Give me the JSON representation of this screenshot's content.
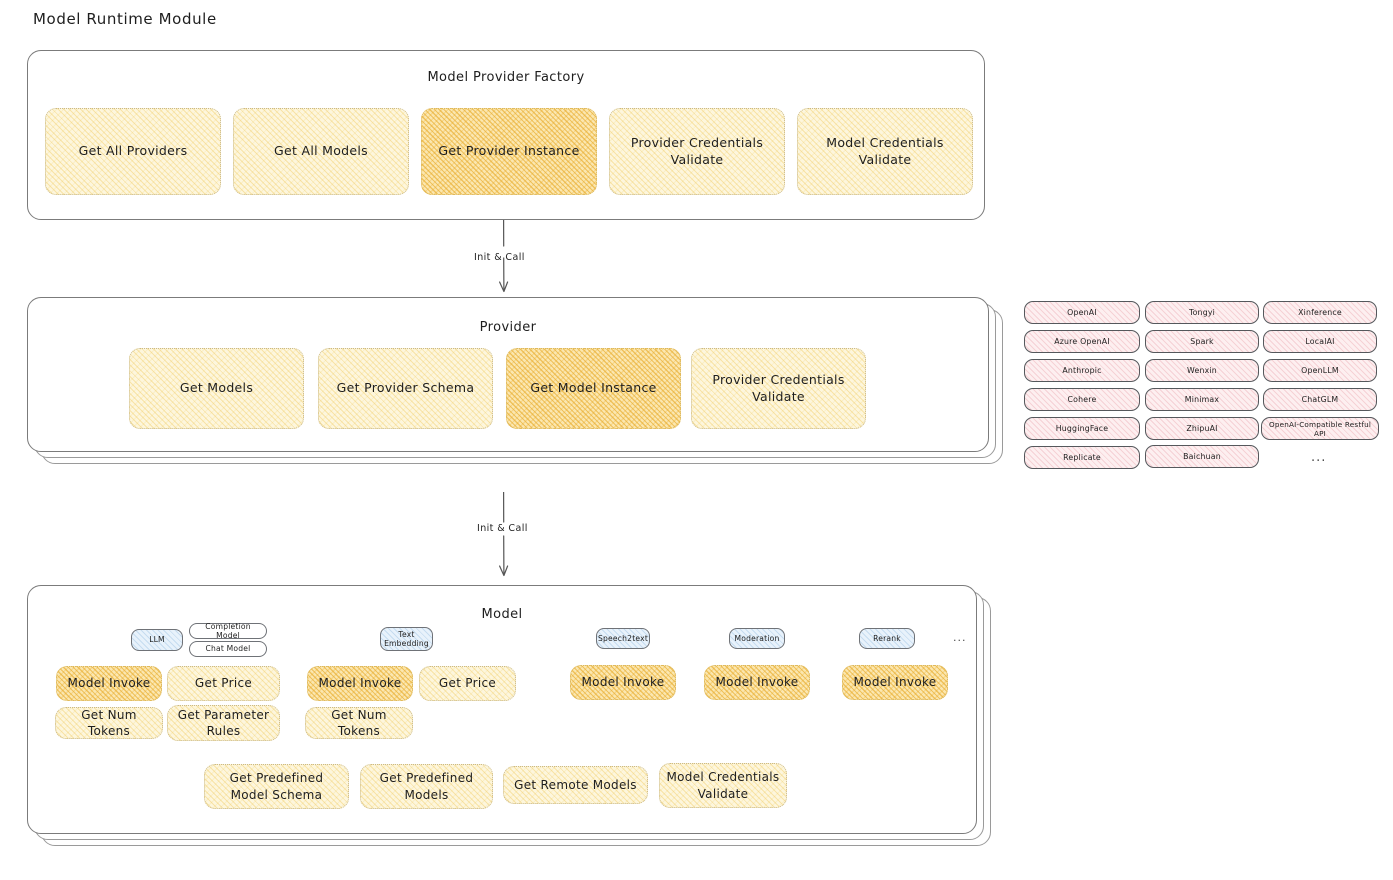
{
  "title": "Model Runtime Module",
  "colors": {
    "panel_border": "#7b7b7b",
    "hatch_yellow": "#fdf6dd",
    "hatch_yellow_hot": "#fbe7b0",
    "chip_blue": "#e8f2fb",
    "provider_pink": "#fdeff0",
    "text": "#1e1e1e",
    "background": "#ffffff"
  },
  "factory": {
    "title": "Model Provider Factory",
    "boxes": [
      {
        "label": "Get All Providers",
        "highlighted": false
      },
      {
        "label": "Get All Models",
        "highlighted": false
      },
      {
        "label": "Get Provider Instance",
        "highlighted": true
      },
      {
        "label": "Provider Credentials Validate",
        "highlighted": false
      },
      {
        "label": "Model Credentials Validate",
        "highlighted": false
      }
    ]
  },
  "arrows": [
    {
      "label": "Init & Call",
      "from": "Model Provider Factory",
      "to": "Provider"
    },
    {
      "label": "Init & Call",
      "from": "Provider",
      "to": "Model"
    }
  ],
  "provider": {
    "title": "Provider",
    "boxes": [
      {
        "label": "Get Models",
        "highlighted": false
      },
      {
        "label": "Get Provider Schema",
        "highlighted": false
      },
      {
        "label": "Get Model Instance",
        "highlighted": true
      },
      {
        "label": "Provider Credentials Validate",
        "highlighted": false
      }
    ]
  },
  "provider_list": {
    "columns": [
      [
        "OpenAI",
        "Azure OpenAI",
        "Anthropic",
        "Cohere",
        "HuggingFace",
        "Replicate"
      ],
      [
        "Tongyi",
        "Spark",
        "Wenxin",
        "Minimax",
        "ZhipuAI",
        "Baichuan"
      ],
      [
        "Xinference",
        "LocalAI",
        "OpenLLM",
        "ChatGLM",
        "OpenAI-Compatible Restful API"
      ]
    ],
    "more_indicator": "..."
  },
  "model": {
    "title": "Model",
    "more_indicator": "...",
    "types": [
      {
        "chip": "LLM",
        "sub_chips": [
          "Completion Model",
          "Chat Model"
        ],
        "methods": [
          {
            "label": "Model Invoke",
            "highlighted": true
          },
          {
            "label": "Get Price",
            "highlighted": false
          },
          {
            "label": "Get Num Tokens",
            "highlighted": false
          },
          {
            "label": "Get Parameter Rules",
            "highlighted": false
          }
        ]
      },
      {
        "chip": "Text Embedding",
        "sub_chips": [],
        "methods": [
          {
            "label": "Model Invoke",
            "highlighted": true
          },
          {
            "label": "Get Price",
            "highlighted": false
          },
          {
            "label": "Get Num Tokens",
            "highlighted": false
          }
        ]
      },
      {
        "chip": "Speech2text",
        "sub_chips": [],
        "methods": [
          {
            "label": "Model Invoke",
            "highlighted": true
          }
        ]
      },
      {
        "chip": "Moderation",
        "sub_chips": [],
        "methods": [
          {
            "label": "Model Invoke",
            "highlighted": true
          }
        ]
      },
      {
        "chip": "Rerank",
        "sub_chips": [],
        "methods": [
          {
            "label": "Model Invoke",
            "highlighted": true
          }
        ]
      }
    ],
    "shared_methods": [
      {
        "label": "Get Predefined Model Schema",
        "highlighted": false
      },
      {
        "label": "Get Predefined Models",
        "highlighted": false
      },
      {
        "label": "Get Remote Models",
        "highlighted": false
      },
      {
        "label": "Model Credentials Validate",
        "highlighted": false
      }
    ]
  }
}
